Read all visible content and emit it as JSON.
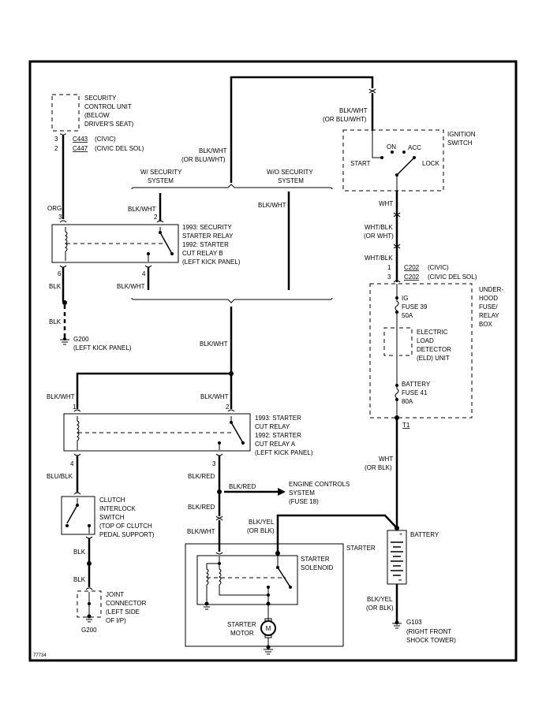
{
  "diagram_id": "77734",
  "security_unit": {
    "lines": [
      "SECURITY",
      "CONTROL UNIT",
      "(BELOW",
      "DRIVER'S SEAT)"
    ],
    "pin_civic": "3",
    "pin_delsol": "2",
    "conn_civic": "C443",
    "conn_civic_note": "(CIVIC)",
    "conn_delsol": "C447",
    "conn_delsol_note": "(CIVIC DEL SOL)"
  },
  "wire_org": "ORG",
  "relay_b": {
    "lines": [
      "1993: SECURITY",
      "STARTER RELAY",
      "1992: STARTER",
      "CUT RELAY B",
      "(LEFT KICK PANEL)"
    ],
    "pin3": "3",
    "pin2": "2",
    "pin6": "6",
    "pin4": "4"
  },
  "w_blk1": "BLK",
  "w_blk2": "BLK",
  "g200_a": {
    "name": "G200",
    "loc": "(LEFT KICK PANEL)"
  },
  "w_blkwht_b2": "BLK/WHT",
  "w_blkwht_b4": "BLK/WHT",
  "w_top_main": "BLK/WHT",
  "w_top_alt": "(OR BLU/WHT)",
  "with_security": [
    "W/ SECURITY",
    "SYSTEM"
  ],
  "without_security": [
    "W/O SECURITY",
    "SYSTEM"
  ],
  "w_blkwht_wo": "BLK/WHT",
  "w_blkwht_mid": "BLK/WHT",
  "relay_a": {
    "lines": [
      "1993: STARTER",
      "CUT RELAY",
      "1992: STARTER",
      "CUT RELAY A",
      "(LEFT KICK PANEL)"
    ],
    "pin1": "1",
    "pin2": "2",
    "pin4": "4",
    "pin3": "3"
  },
  "w_blkwht_a1": "BLK/WHT",
  "w_blkwht_a2": "BLK/WHT",
  "w_blublk": "BLU/BLK",
  "clutch": {
    "lines": [
      "CLUTCH",
      "INTERLOCK",
      "SWITCH",
      "(TOP OF CLUTCH",
      "PEDAL SUPPORT)"
    ]
  },
  "w_blk3": "BLK",
  "w_blk4": "BLK",
  "joint": {
    "lines": [
      "JOINT",
      "CONNECTOR",
      "(LEFT SIDE",
      "OF I/P)"
    ],
    "ground": "G200"
  },
  "w_blkred1": "BLK/RED",
  "w_blkred2": "BLK/RED",
  "w_blkred3": "BLK/RED",
  "w_blkwht_st": "BLK/WHT",
  "engine": {
    "lines": [
      "ENGINE CONTROLS",
      "SYSTEM",
      "(FUSE 18)"
    ]
  },
  "w_blkyel_top": [
    "BLK/YEL",
    "(OR BLK)"
  ],
  "starter": {
    "label": "STARTER",
    "solenoid": [
      "STARTER",
      "SOLENOID"
    ],
    "motor": [
      "STARTER",
      "MOTOR"
    ],
    "motor_symbol": "M"
  },
  "ign_wire": [
    "BLK/WHT",
    "(OR BLU/WHT)"
  ],
  "ignition": {
    "title": [
      "IGNITION",
      "SWITCH"
    ],
    "start": "START",
    "on": "ON",
    "acc": "ACC",
    "lock": "LOCK"
  },
  "w_wht": "WHT",
  "w_whtblk1": [
    "WHT/BLK",
    "(OR WHT)"
  ],
  "w_whtblk2": "WHT/BLK",
  "c202": {
    "pin_civic": "1",
    "pin_delsol": "3",
    "conn": "C202",
    "civic": "(CIVIC)",
    "delsol": "(CIVIC DEL SOL)"
  },
  "fusebox": {
    "lines": [
      "UNDER-",
      "HOOD",
      "FUSE/",
      "RELAY",
      "BOX"
    ]
  },
  "fuse39": [
    "IG",
    "FUSE 39",
    "50A"
  ],
  "eld": [
    "ELECTRIC",
    "LOAD",
    "DETECTOR",
    "(ELD) UNIT"
  ],
  "fuse41": [
    "BATTERY",
    "FUSE 41",
    "80A"
  ],
  "t1": "T1",
  "w_wht_bat": [
    "WHT",
    "(OR BLK)"
  ],
  "battery": "BATTERY",
  "w_blkyel_bat": [
    "BLK/YEL",
    "(OR BLK)"
  ],
  "g103": [
    "G103",
    "(RIGHT FRONT",
    "SHOCK TOWER)"
  ]
}
